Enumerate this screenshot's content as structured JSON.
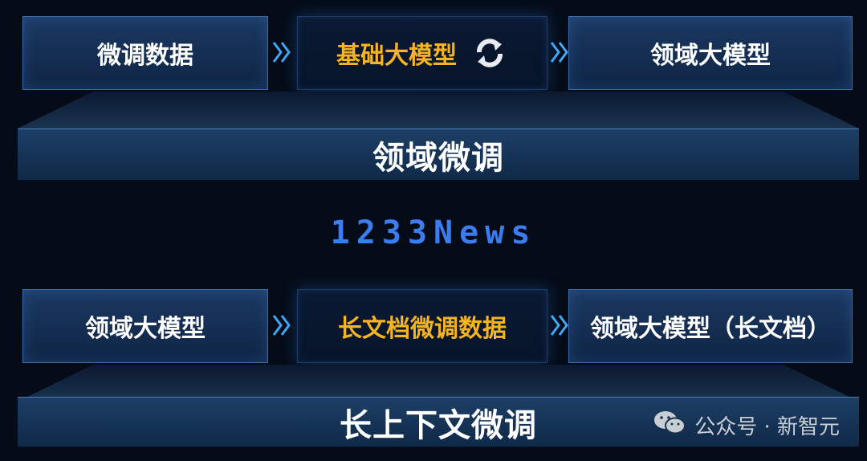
{
  "rows": [
    {
      "left": "微调数据",
      "mid": "基础大模型",
      "right": "领域大模型",
      "platform": "领域微调"
    },
    {
      "left": "领域大模型",
      "mid": "长文档微调数据",
      "right": "领域大模型（长文档）",
      "platform": "长上下文微调"
    }
  ],
  "watermark": "1233News",
  "source": {
    "label": "公众号 · 新智元",
    "icon": "wechat-icon"
  },
  "colors": {
    "background": "#050c18",
    "box": "#1b3962",
    "highlight_text": "#f5b421",
    "arrow": "#3fa9f5",
    "watermark": "#3b7cf0"
  },
  "icons": {
    "arrow": "double-chevron-right-icon",
    "cycle": "refresh-icon"
  }
}
